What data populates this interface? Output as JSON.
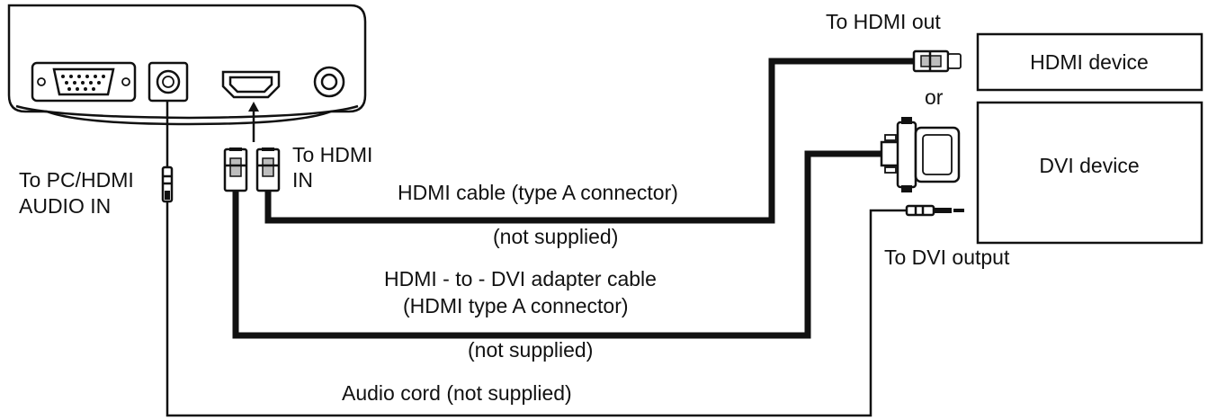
{
  "labels": {
    "to_hdmi_out": "To HDMI out",
    "hdmi_device": "HDMI device",
    "or": "or",
    "dvi_device": "DVI device",
    "to_hdmi_in_line1": "To HDMI",
    "to_hdmi_in_line2": "IN",
    "to_pc_line1": "To PC/HDMI",
    "to_pc_line2": "AUDIO IN",
    "hdmi_cable": "HDMI cable (type A connector)",
    "not_supplied_1": "(not supplied)",
    "to_dvi_output": "To DVI output",
    "adapter_line1": "HDMI - to - DVI adapter cable",
    "adapter_line2": "(HDMI type A connector)",
    "not_supplied_2": "(not supplied)",
    "audio_cord": "Audio cord (not supplied)"
  },
  "colors": {
    "line": "#111111",
    "background": "#ffffff"
  }
}
